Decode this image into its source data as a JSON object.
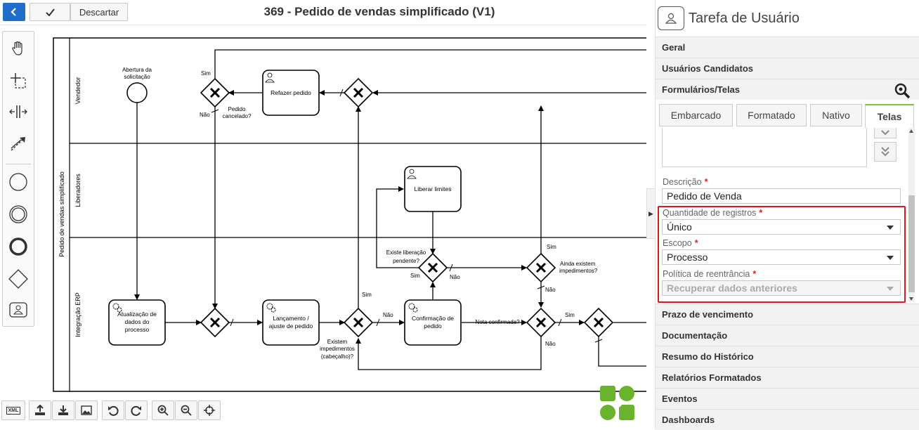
{
  "toolbar": {
    "discard_label": "Descartar",
    "title": "369 - Pedido de vendas simplificado (V1)"
  },
  "diagram": {
    "pool_label": "Pedido de vendas simplificado",
    "lanes": [
      "Vendedor",
      "Liberadores",
      "Integração ERP"
    ],
    "elements": {
      "start_event": "Abertura da solicitação",
      "task_redo": "Refazer pedido",
      "task_release": "Liberar limites",
      "task_update_line1": "Atualização de",
      "task_update_line2": "dados do",
      "task_update_line3": "processo",
      "task_launch_line1": "Lançamento /",
      "task_launch_line2": "ajuste de pedido",
      "task_confirm_line1": "Confirmação de",
      "task_confirm_line2": "pedido"
    },
    "labels": {
      "sim": "Sim",
      "nao": "Não",
      "pedido_cancelado_1": "Pedido",
      "pedido_cancelado_2": "cancelado?",
      "existe_lib_1": "Existe liberação",
      "existe_lib_2": "pendente?",
      "ainda_1": "Ainda existem",
      "ainda_2": "impedimentos?",
      "existem_1": "Existem",
      "existem_2": "impedimentos",
      "existem_3": "(cabeçalho)?",
      "nota": "Nota confirmada?"
    }
  },
  "bottombar": {
    "xml_label": "XML"
  },
  "panel": {
    "title": "Tarefa de Usuário",
    "sections_top": [
      "Geral",
      "Usuários Candidatos",
      "Formulários/Telas"
    ],
    "tabs": [
      "Embarcado",
      "Formatado",
      "Nativo",
      "Telas"
    ],
    "fields": {
      "descricao_label": "Descrição",
      "descricao_value": "Pedido de Venda",
      "quantidade_label": "Quantidade de registros",
      "quantidade_value": "Único",
      "escopo_label": "Escopo",
      "escopo_value": "Processo",
      "politica_label": "Política de reentrância",
      "politica_value": "Recuperar dados anteriores",
      "required_mark": "*"
    },
    "sections_bottom": [
      "Prazo de vencimento",
      "Documentação",
      "Resumo do Histórico",
      "Relatórios Formatados",
      "Eventos",
      "Dashboards"
    ]
  },
  "colors": {
    "accent_blue": "#1e6fc9",
    "tab_green": "#7ac143",
    "highlight_red": "#d9191c",
    "logo_green": "#6ab42d"
  }
}
